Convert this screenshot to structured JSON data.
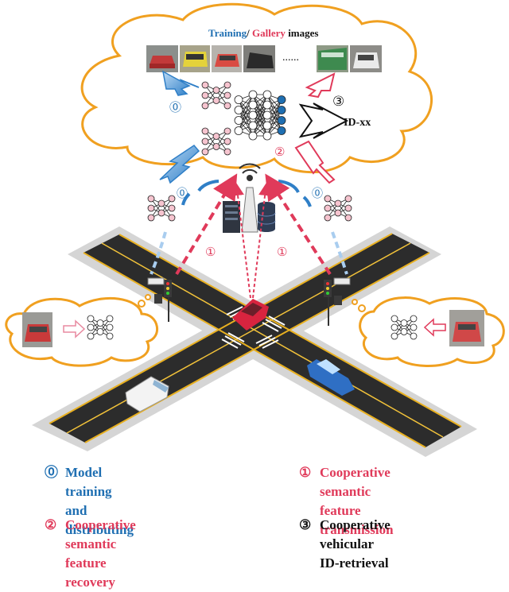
{
  "colors": {
    "blue": "#1f6fb2",
    "red": "#e03a5a",
    "black": "#111111",
    "cloud_stroke": "#f0a020",
    "road": "#2a2a2a",
    "road_line": "#e8b020",
    "sidewalk": "#cfcfcf"
  },
  "cloud_caption": {
    "training": "Training",
    "sep": "/ ",
    "gallery": "Gallery",
    "images": " images"
  },
  "dots": "......",
  "id_label": "ID-xx",
  "markers": {
    "zero": "⓪",
    "one": "①",
    "two": "②",
    "three": "③"
  },
  "legend": {
    "item0": "Model training and distributing",
    "item1": "Cooperative semantic feature transmission",
    "item2": "Cooperative semantic feature recovery",
    "item3": "Cooperative vehicular ID-retrieval"
  },
  "legend_lines": {
    "item0": [
      "Model training and",
      "distributing"
    ],
    "item1": [
      "Cooperative semantic",
      "feature transmission"
    ],
    "item2": [
      "Cooperative semantic",
      "feature recovery"
    ],
    "item3": [
      "Cooperative vehicular",
      "ID-retrieval"
    ]
  }
}
